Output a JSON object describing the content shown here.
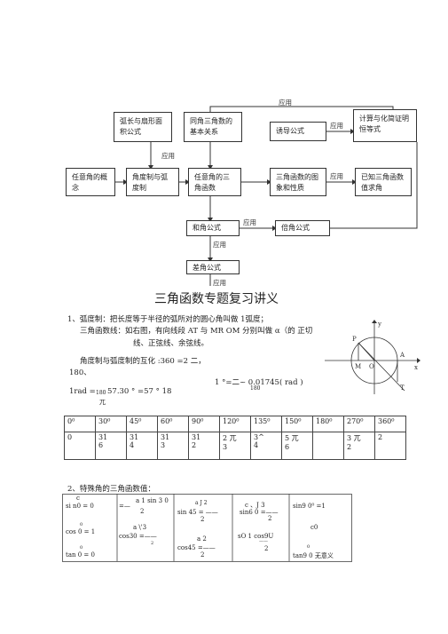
{
  "diagram": {
    "boxes": {
      "arc": "弧长与扇形面积公式",
      "same_angle": "同角三角数的基本关系",
      "induction": "诱导公式",
      "calc": "计算与化简证明恒等式",
      "any_angle_concept": "任意角的概念",
      "degree_radian": "角度制与弧度制",
      "any_angle_func": "任意角的三角函数",
      "graph": "三角函数的图象和性质",
      "known_value": "已知三角函数值求角",
      "sum": "和角公式",
      "double": "倍角公式",
      "diff": "差角公式"
    },
    "labels": {
      "top": "应用",
      "calc_link": "应用",
      "arc_link": "应用",
      "known_link": "应用",
      "sum_link": "应用",
      "sum_down": "应用",
      "diff_down": "应用"
    }
  },
  "title": "三角函数专题复习讲义",
  "section1": {
    "line1": "1、弧度制：把长度等于半径的弧所对的圆心角叫做    1弧度；",
    "line2": "三角函数线：如右图，有向线段 AT 与 MR OM 分别叫做 α（的 正切",
    "line3": "线、正弦线、余弦线。",
    "line4": "角度制与弧度制的互化 :360 =2 二，",
    "line5": "180、",
    "line6a": "1    °=二~  0.01745( rad )",
    "line6b": "180",
    "line7a": "1rad = ",
    "line7b": "180",
    "line7c": "57.30 °  =57 °  18",
    "line7d": "兀"
  },
  "unit_circle": {
    "y": "y",
    "x": "x",
    "P": "P",
    "A": "A",
    "M": "M",
    "O": "O",
    "T": "T"
  },
  "deg_table": {
    "header": [
      "0⁰",
      "30⁰",
      "45⁰",
      "60⁰",
      "90⁰",
      "120⁰",
      "135⁰",
      "150⁰",
      "180⁰",
      "270⁰",
      "360⁰"
    ],
    "row_top": [
      "0",
      "31",
      "31",
      "31",
      "31",
      "2 兀",
      "3^",
      "5 兀",
      "",
      "3 兀",
      "2"
    ],
    "row_bot": [
      "",
      "6",
      "4",
      "3",
      "2",
      "3",
      "4",
      "6",
      "",
      "2",
      ""
    ]
  },
  "section2": {
    "title": "2、特殊角的三角函数值：",
    "cells": [
      [
        "c",
        "si n0 = 0",
        "=—",
        "a 1 sin 3 0",
        "2",
        "sin 45 = ——",
        "2",
        "sin6 0 =——",
        "2",
        "sin9 0⁰ =1"
      ],
      [
        "0",
        "cos 0 = 1",
        "cos30 =——",
        "2",
        "cos45 =——",
        "2",
        "sO 1 cos9U",
        "2",
        "c0",
        "tan 0 = 0",
        "tan9 0 无意义"
      ]
    ],
    "frags": {
      "a1": "c",
      "a2": "si n0 = 0",
      "a3": "0",
      "a4": "cos 0 = 1",
      "a5": "0",
      "a6": "tan 0 = 0",
      "b1": "=—",
      "b2": "a 1 sin 3 0",
      "b3": "2",
      "b4": "a \\'3",
      "b5": "cos30 =——",
      "b6": "2",
      "c1": "a J 2",
      "c2": "sin 45 = ——",
      "c3": "2",
      "c4": "a 2",
      "c5": "cos45 =——",
      "c6": "2",
      "d1": "c 、J 3",
      "d2": "sin6 0 =——",
      "d3": "2",
      "d4": "sO 1 cos9U",
      "d5": "——",
      "d6": "2",
      "e1": "sin9 0⁰ =1",
      "e2": "c0",
      "e3": "0",
      "e4": "tan9 0 无意义"
    }
  }
}
